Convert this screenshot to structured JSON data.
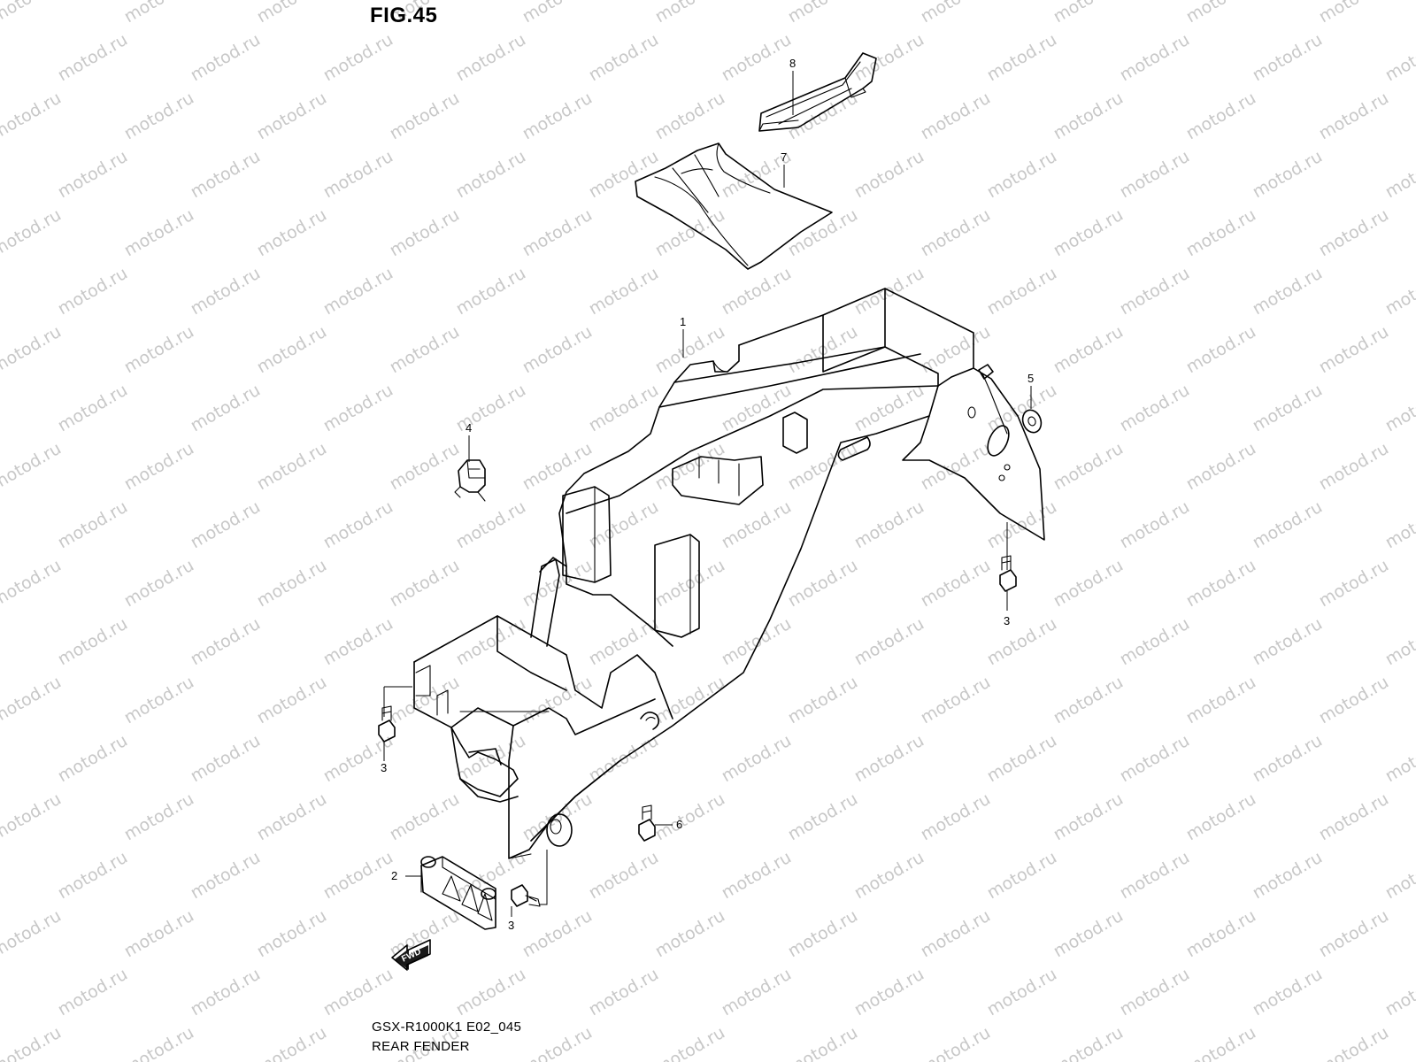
{
  "figure": {
    "title": "FIG.45",
    "model_code": "GSX-R1000K1 E02_045",
    "name": "REAR FENDER"
  },
  "watermark": {
    "text": "motod.ru",
    "color": "#c8c8c8"
  },
  "callouts": [
    {
      "label": "1"
    },
    {
      "label": "2"
    },
    {
      "label": "3"
    },
    {
      "label": "3"
    },
    {
      "label": "3"
    },
    {
      "label": "4"
    },
    {
      "label": "5"
    },
    {
      "label": "6"
    },
    {
      "label": "7"
    },
    {
      "label": "8"
    }
  ],
  "direction_marker": {
    "label": "FWD",
    "icon": "forward-arrow-icon"
  }
}
